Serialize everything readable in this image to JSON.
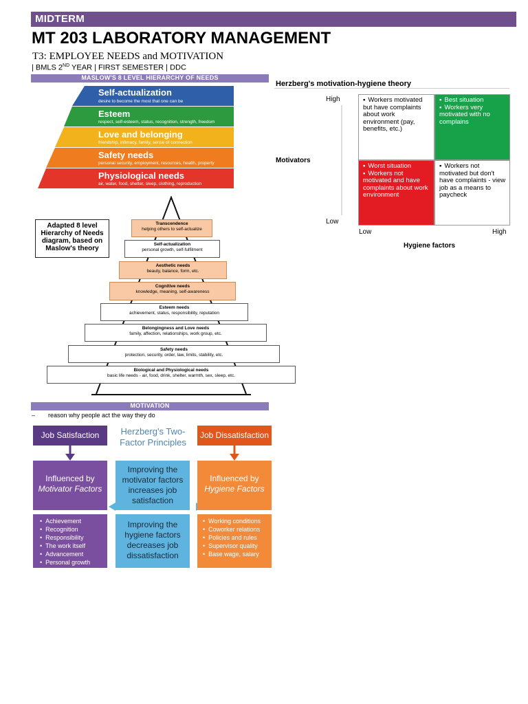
{
  "header": {
    "midterm": "MIDTERM",
    "title": "MT 203 LABORATORY MANAGEMENT",
    "topic": "T3: EMPLOYEE NEEDS and MOTIVATION",
    "subline_pre": "| BMLS 2",
    "subline_sup": "ND",
    "subline_post": " YEAR  | FIRST SEMESTER  | DDC"
  },
  "maslow": {
    "section_label": "MASLOW'S 8 LEVEL HIERARCHY OF NEEDS",
    "levels": [
      {
        "name": "Self-actualization",
        "desc": "desire to become the most that one can be",
        "color": "#2e5fa8"
      },
      {
        "name": "Esteem",
        "desc": "respect, self-esteem, status, recognition, strength, freedom",
        "color": "#2e9a3f"
      },
      {
        "name": "Love and belonging",
        "desc": "friendship, intimacy, family, sense of connection",
        "color": "#f2b21b"
      },
      {
        "name": "Safety needs",
        "desc": "personal security, employment, resources, health, property",
        "color": "#ef7d1f"
      },
      {
        "name": "Physiological needs",
        "desc": "air, water, food, shelter, sleep, clothing, reproduction",
        "color": "#e3352a"
      }
    ]
  },
  "adapted": {
    "box_text": "Adapted 8 level Hierarchy of Needs diagram, based on Maslow's theory",
    "tiers": [
      {
        "name": "Transcendence",
        "desc": "helping others to self-actualize",
        "style": "peach"
      },
      {
        "name": "Self-actualization",
        "desc": "personal growth, self-fulfilment",
        "style": "white"
      },
      {
        "name": "Aesthetic needs",
        "desc": "beauty, balance, form, etc.",
        "style": "peach"
      },
      {
        "name": "Cognitive needs",
        "desc": "knowledge, meaning, self-awareness",
        "style": "peach"
      },
      {
        "name": "Esteem needs",
        "desc": "achievement, status, responsibility, reputation",
        "style": "white"
      },
      {
        "name": "Belongingness and Love needs",
        "desc": "family, affection, relationships, work group, etc.",
        "style": "white"
      },
      {
        "name": "Safety needs",
        "desc": "protection, security, order, law, limits, stability, etc.",
        "style": "white"
      },
      {
        "name": "Biological and Physiological needs",
        "desc": "basic life needs - air, food, drink, shelter, warmth, sex, sleep, etc.",
        "style": "white"
      }
    ]
  },
  "herzberg": {
    "title": "Herzberg's motivation-hygiene theory",
    "y_high": "High",
    "y_low": "Low",
    "y_axis": "Motivators",
    "x_low": "Low",
    "x_high": "High",
    "x_axis": "Hygiene factors",
    "cells": {
      "top_left": "Workers motivated but have complaints about work environment (pay, benefits, etc.)",
      "top_right_1": "Best situation",
      "top_right_2": "Workers very motivated with no complains",
      "bottom_left_1": "Worst situation",
      "bottom_left_2": "Workers not motivated and have complaints about work environment",
      "bottom_right": "Workers not motivated but don't have complaints - view job as a means to paycheck"
    },
    "colors": {
      "green": "#17a24a",
      "red": "#e31b23",
      "white": "#ffffff",
      "border": "#999999"
    }
  },
  "motivation": {
    "section_label": "MOTIVATION",
    "bullet_dash": "–",
    "definition": "reason why people act the way they do"
  },
  "two_factor": {
    "job_satisfaction": "Job Satisfaction",
    "job_dissatisfaction": "Job Dissatisfaction",
    "title_line1": "Herzberg's Two-",
    "title_line2": "Factor Principles",
    "influenced_motivator_1": "Influenced by",
    "influenced_motivator_2": "Motivator Factors",
    "influenced_hygiene_1": "Influenced by",
    "influenced_hygiene_2": "Hygiene Factors",
    "center_top": "Improving the motivator factors increases job satisfaction",
    "center_bottom": "Improving the hygiene factors decreases job dissatisfaction",
    "motivators": [
      "Achievement",
      "Recognition",
      "Responsibility",
      "The work itself",
      "Advancement",
      "Personal growth"
    ],
    "hygiene": [
      "Working conditions",
      "Coworker relations",
      "Policies and rules",
      "Supervisor quality",
      "Base wage, salary"
    ],
    "colors": {
      "purple_dark": "#5b3a85",
      "purple": "#7b4fa0",
      "orange_dark": "#e0561b",
      "orange": "#f28a3a",
      "blue": "#5eb3df"
    }
  }
}
